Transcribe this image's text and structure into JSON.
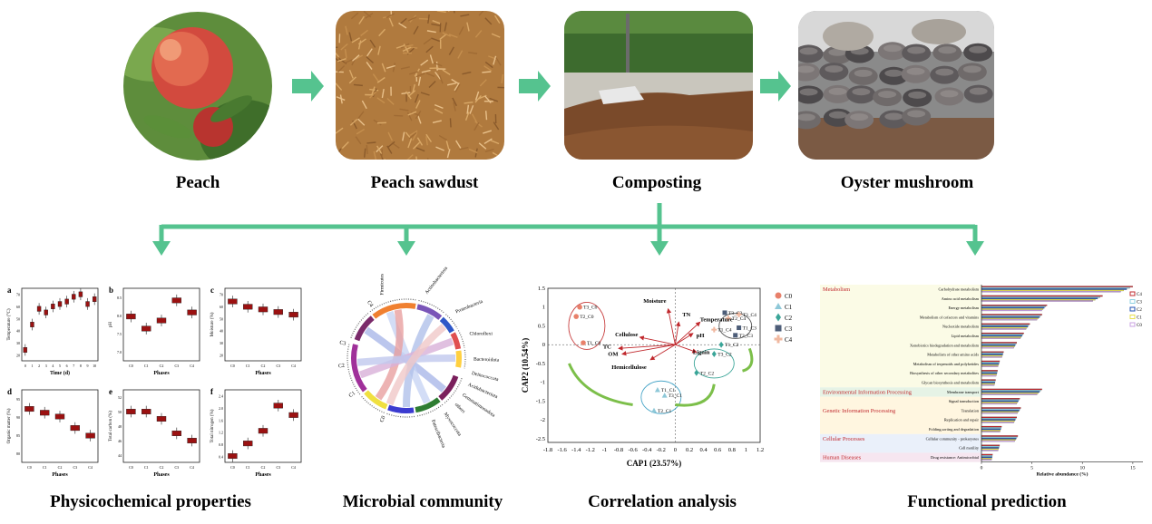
{
  "stages": [
    {
      "label": "Peach",
      "icon": "peach-fruit-photo"
    },
    {
      "label": "Peach sawdust",
      "icon": "sawdust-photo"
    },
    {
      "label": "Composting",
      "icon": "compost-pile-photo"
    },
    {
      "label": "Oyster mushroom",
      "icon": "oyster-mushroom-photo"
    }
  ],
  "analyses": [
    {
      "label": "Physicochemical properties"
    },
    {
      "label": "Microbial community"
    },
    {
      "label": "Correlation analysis"
    },
    {
      "label": "Functional prediction"
    }
  ],
  "colors": {
    "arrow": "#55c38f",
    "boxplot": "#9b1111",
    "text": "#111111"
  },
  "physchem": {
    "panels": [
      {
        "letter": "a",
        "ylabel": "Temperature (°C)",
        "xlabel": "Time (d)",
        "ticks": [
          "0",
          "1",
          "2",
          "3",
          "4",
          "5",
          "6",
          "7",
          "8",
          "9",
          "10"
        ],
        "yticks": [
          "20",
          "30",
          "40",
          "50",
          "60",
          "70"
        ],
        "values": [
          24,
          45,
          58,
          55,
          60,
          62,
          64,
          68,
          70,
          62,
          66
        ]
      },
      {
        "letter": "b",
        "ylabel": "pH",
        "xlabel": "Phases",
        "ticks": [
          "C0",
          "C1",
          "C2",
          "C3",
          "C4"
        ],
        "yticks": [
          "7.0",
          "7.5",
          "8.0",
          "8.5"
        ],
        "values": [
          7.9,
          7.6,
          7.8,
          8.3,
          8.0
        ]
      },
      {
        "letter": "c",
        "ylabel": "Moisture (%)",
        "xlabel": "Phases",
        "ticks": [
          "C0",
          "C1",
          "C2",
          "C3",
          "C4"
        ],
        "yticks": [
          "20",
          "30",
          "40",
          "50",
          "60",
          "70"
        ],
        "values": [
          60,
          56,
          54,
          52,
          50
        ]
      },
      {
        "letter": "d",
        "ylabel": "Organic matter (%)",
        "xlabel": "Phases",
        "ticks": [
          "C0",
          "C1",
          "C2",
          "C3",
          "C4"
        ],
        "yticks": [
          "80",
          "85",
          "90",
          "95"
        ],
        "values": [
          92,
          91,
          90,
          87,
          85
        ]
      },
      {
        "letter": "e",
        "ylabel": "Total carbon (%)",
        "xlabel": "Phases",
        "ticks": [
          "C0",
          "C1",
          "C2",
          "C3",
          "C4"
        ],
        "yticks": [
          "44",
          "46",
          "48",
          "50",
          "52"
        ],
        "values": [
          50,
          50,
          49,
          47,
          46
        ]
      },
      {
        "letter": "f",
        "ylabel": "Total nitrogen (%)",
        "xlabel": "Phases",
        "ticks": [
          "C0",
          "C1",
          "C2",
          "C3",
          "C4"
        ],
        "yticks": [
          "0.4",
          "0.8",
          "1.2",
          "1.6",
          "2.0",
          "2.4"
        ],
        "values": [
          0.5,
          0.9,
          1.3,
          2.1,
          1.8
        ]
      }
    ]
  },
  "chord": {
    "taxa": [
      "Firmicutes",
      "Actinobacteriota",
      "Proteobacteria",
      "Chloroflexi",
      "Bacteroidota",
      "Deinococcota",
      "Acidobacteriota",
      "Gemmatimonadota",
      "others",
      "Myxococcota",
      "Patescibacteria"
    ],
    "samples": [
      "C4",
      "C3",
      "C2",
      "C1",
      "C0"
    ]
  },
  "cap": {
    "xlabel": "CAP1 (23.57%)",
    "ylabel": "CAP2 (10.54%)",
    "xticks": [
      "-1.8",
      "-1.6",
      "-1.4",
      "-1.2",
      "-1",
      "-0.8",
      "-0.6",
      "-0.4",
      "-0.2",
      "0",
      "0.2",
      "0.4",
      "0.6",
      "0.8",
      "1",
      "1.2"
    ],
    "yticks": [
      "1.5",
      "1",
      "0.5",
      "0",
      "-0.5",
      "-1",
      "-1.5",
      "-2",
      "-2.5"
    ],
    "legend": [
      "C0",
      "C1",
      "C2",
      "C3",
      "C4"
    ],
    "vectors": [
      "Moisture",
      "TN",
      "Temperature",
      "pH",
      "Lignin",
      "Cellulose",
      "TC",
      "OM",
      "Hemicellulose"
    ],
    "points": [
      "T3_C0",
      "T2_C0",
      "T1_C0",
      "T1_C1",
      "T3_C1",
      "T2_C1",
      "T1_C2",
      "T2_C2",
      "T3_C2",
      "T3_C3",
      "T1_C3",
      "T2_C3",
      "T2_C4",
      "T1_C4",
      "T3_C4"
    ]
  },
  "func": {
    "xlabel": "Relative abundance (%)",
    "xticks": [
      "0",
      "5",
      "10",
      "15"
    ],
    "legend": [
      "C4",
      "C3",
      "C2",
      "C1",
      "C0"
    ],
    "categories": [
      "Metabolism",
      "Environmental Information Processing",
      "Genetic Information Processing",
      "Cellular Processes",
      "Human Diseases"
    ],
    "bars": [
      {
        "label": "Carbohydrate metabolism",
        "value": 15
      },
      {
        "label": "Amino acid metabolism",
        "value": 12
      },
      {
        "label": "Energy metabolism",
        "value": 6.5
      },
      {
        "label": "Metabolism of cofactors and vitamins",
        "value": 6
      },
      {
        "label": "Nucleotide metabolism",
        "value": 4.8
      },
      {
        "label": "Lipid metabolism",
        "value": 4.2
      },
      {
        "label": "Xenobiotics biodegradation and metabolism",
        "value": 3.5
      },
      {
        "label": "Metabolism of other amino acids",
        "value": 2.2
      },
      {
        "label": "Metabolism of terpenoids and polyketides",
        "value": 1.8
      },
      {
        "label": "Biosynthesis of other secondary metabolites",
        "value": 1.6
      },
      {
        "label": "Glycan biosynthesis and metabolism",
        "value": 1.4
      },
      {
        "label": "Membrane transport",
        "value": 6
      },
      {
        "label": "Signal transduction",
        "value": 3.8
      },
      {
        "label": "Translation",
        "value": 3.9
      },
      {
        "label": "Replication and repair",
        "value": 3.5
      },
      {
        "label": "Folding,sorting and degradation",
        "value": 2
      },
      {
        "label": "Cellular community - prokaryotes",
        "value": 3.6
      },
      {
        "label": "Cell motility",
        "value": 1.8
      },
      {
        "label": "Drug resistance: Antimicrobial",
        "value": 1.1
      }
    ]
  }
}
